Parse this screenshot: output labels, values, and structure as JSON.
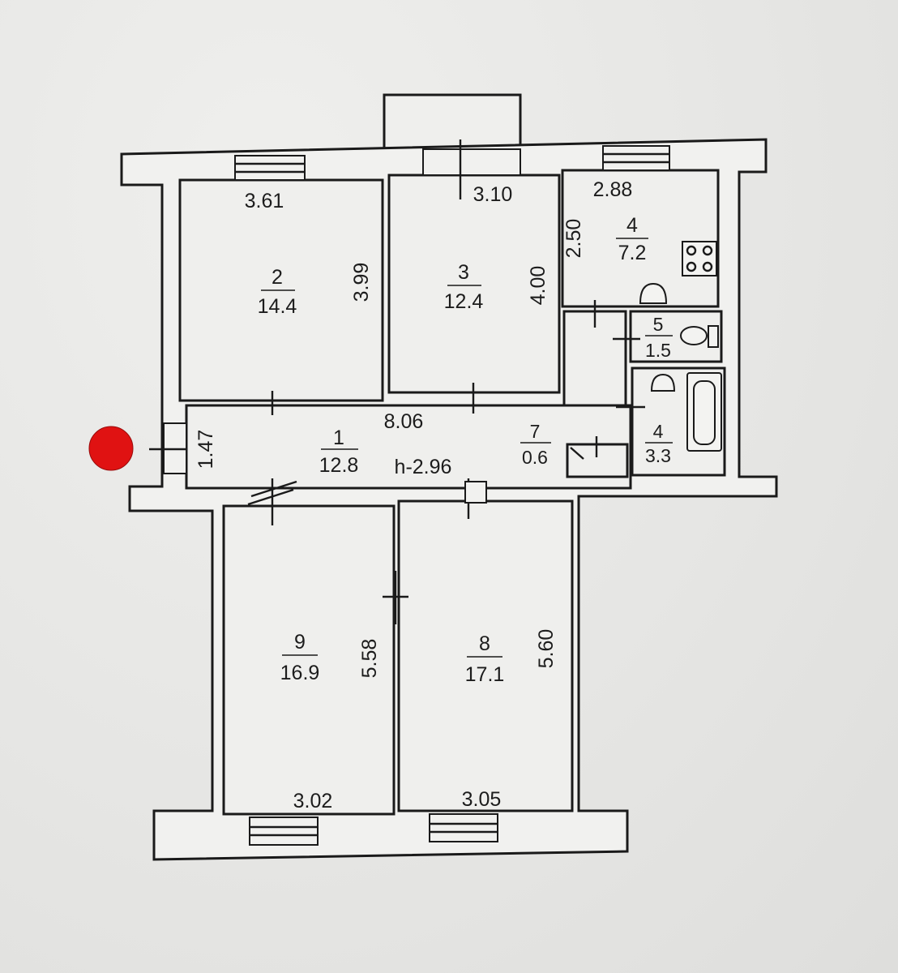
{
  "rooms": [
    {
      "id": "1",
      "number": "1",
      "area": "12.8"
    },
    {
      "id": "2",
      "number": "2",
      "area": "14.4"
    },
    {
      "id": "3",
      "number": "3",
      "area": "12.4"
    },
    {
      "id": "4k",
      "number": "4",
      "area": "7.2"
    },
    {
      "id": "5",
      "number": "5",
      "area": "1.5"
    },
    {
      "id": "4b",
      "number": "4",
      "area": "3.3"
    },
    {
      "id": "7",
      "number": "7",
      "area": "0.6"
    },
    {
      "id": "8",
      "number": "8",
      "area": "17.1"
    },
    {
      "id": "9",
      "number": "9",
      "area": "16.9"
    }
  ],
  "dimensions": {
    "room2_width": "3.61",
    "room2_depth": "3.99",
    "room3_width": "3.10",
    "room3_depth": "4.00",
    "room4_width": "2.88",
    "room4_depth": "2.50",
    "hall_length": "8.06",
    "hall_width": "1.47",
    "ceiling_height": "h-2.96",
    "room9_depth": "5.58",
    "room9_width": "3.02",
    "room8_depth": "5.60",
    "room8_width": "3.05"
  },
  "colors": {
    "marker": "#e01212",
    "ink": "#1a1a1a"
  }
}
